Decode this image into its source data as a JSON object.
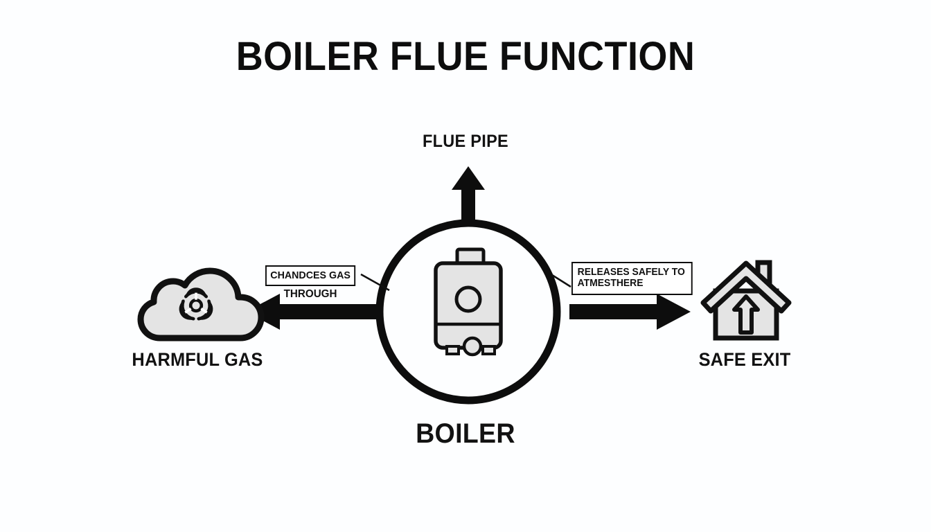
{
  "diagram": {
    "title": "BOILER FLUE FUNCTION",
    "background_color": "#fdfeff",
    "ink_color": "#0d0d0d",
    "icon_fill_color": "#e4e4e4"
  },
  "center": {
    "icon": "boiler-unit-icon",
    "caption": "BOILER"
  },
  "top": {
    "caption": "FLUE PIPE",
    "arrow": "arrow-up"
  },
  "left": {
    "box_text": "CHANDCES GAS",
    "sub_text": "THROUGH",
    "icon": "hazard-gas-cloud-icon",
    "caption": "HARMFUL GAS",
    "arrow": "arrow-left"
  },
  "right": {
    "box_line_1": "RELEASES SAFELY TO",
    "box_line_2": "ATMESTHERE",
    "icon": "house-with-up-arrow-icon",
    "caption": "SAFE EXIT",
    "arrow": "arrow-right"
  }
}
